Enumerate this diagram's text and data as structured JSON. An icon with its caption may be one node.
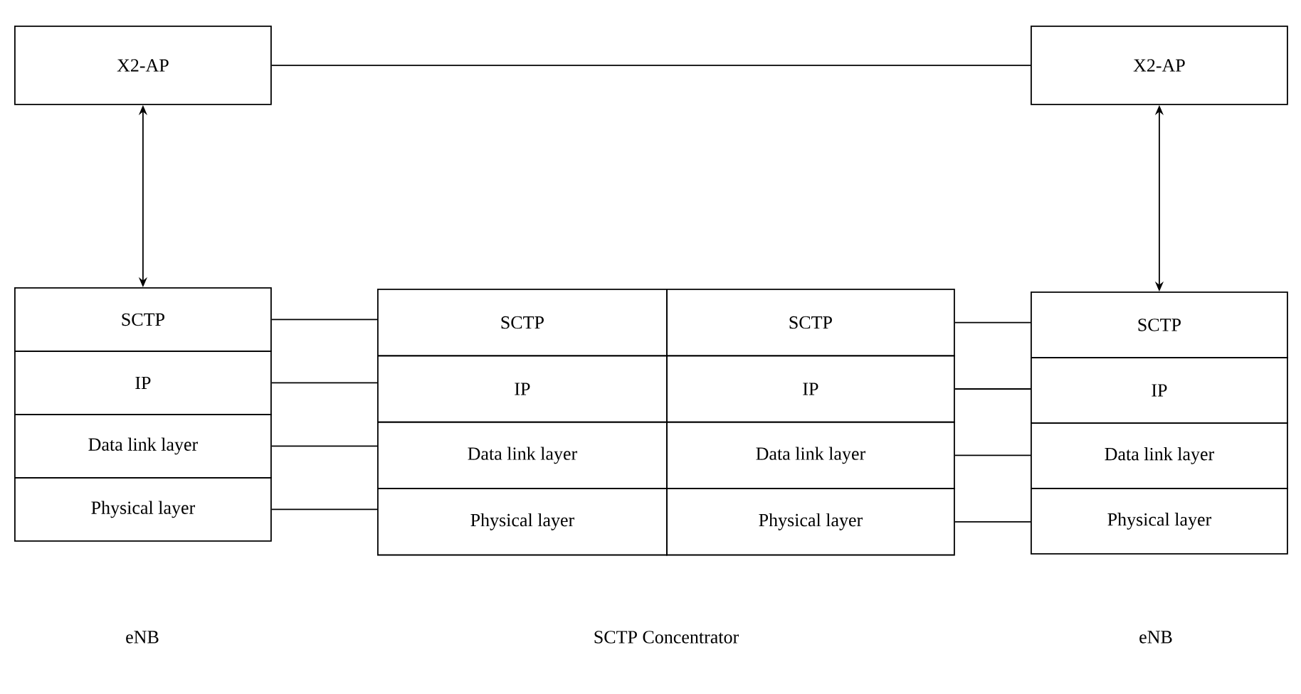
{
  "diagram": {
    "nodes": [
      {
        "text": [
          "X2-AP"
        ]
      },
      {
        "text": [
          "X2-AP"
        ]
      },
      {
        "text": [
          "SCTP"
        ]
      },
      {
        "text": [
          "IP"
        ]
      },
      {
        "text": [
          "Data link layer"
        ]
      },
      {
        "text": [
          "Physical layer"
        ]
      },
      {
        "text": [
          "SCTP"
        ]
      },
      {
        "text": [
          "IP"
        ]
      },
      {
        "text": [
          "Data link layer"
        ]
      },
      {
        "text": [
          "Physical layer"
        ]
      },
      {
        "text": [
          "SCTP"
        ]
      },
      {
        "text": [
          "IP"
        ]
      },
      {
        "text": [
          "Data link layer"
        ]
      },
      {
        "text": [
          "Physical layer"
        ]
      },
      {
        "text": [
          "SCTP"
        ]
      },
      {
        "text": [
          "IP"
        ]
      },
      {
        "text": [
          "Data link layer"
        ]
      },
      {
        "text": [
          "Physical layer"
        ]
      }
    ],
    "edges": [
      {
        "from": 0,
        "to": 1,
        "arrow": "none"
      },
      {
        "from": 0,
        "to": 2,
        "arrow": "both"
      },
      {
        "from": 1,
        "to": 14,
        "arrow": "both"
      },
      {
        "from": 2,
        "to": 6,
        "arrow": "none"
      },
      {
        "from": 3,
        "to": 7,
        "arrow": "none"
      },
      {
        "from": 4,
        "to": 8,
        "arrow": "none"
      },
      {
        "from": 5,
        "to": 9,
        "arrow": "none"
      },
      {
        "from": 10,
        "to": 14,
        "arrow": "none"
      },
      {
        "from": 11,
        "to": 15,
        "arrow": "none"
      },
      {
        "from": 12,
        "to": 16,
        "arrow": "none"
      },
      {
        "from": 13,
        "to": 17,
        "arrow": "none"
      }
    ],
    "labels": [
      "eNB",
      "SCTP Concentrator",
      "eNB"
    ]
  }
}
